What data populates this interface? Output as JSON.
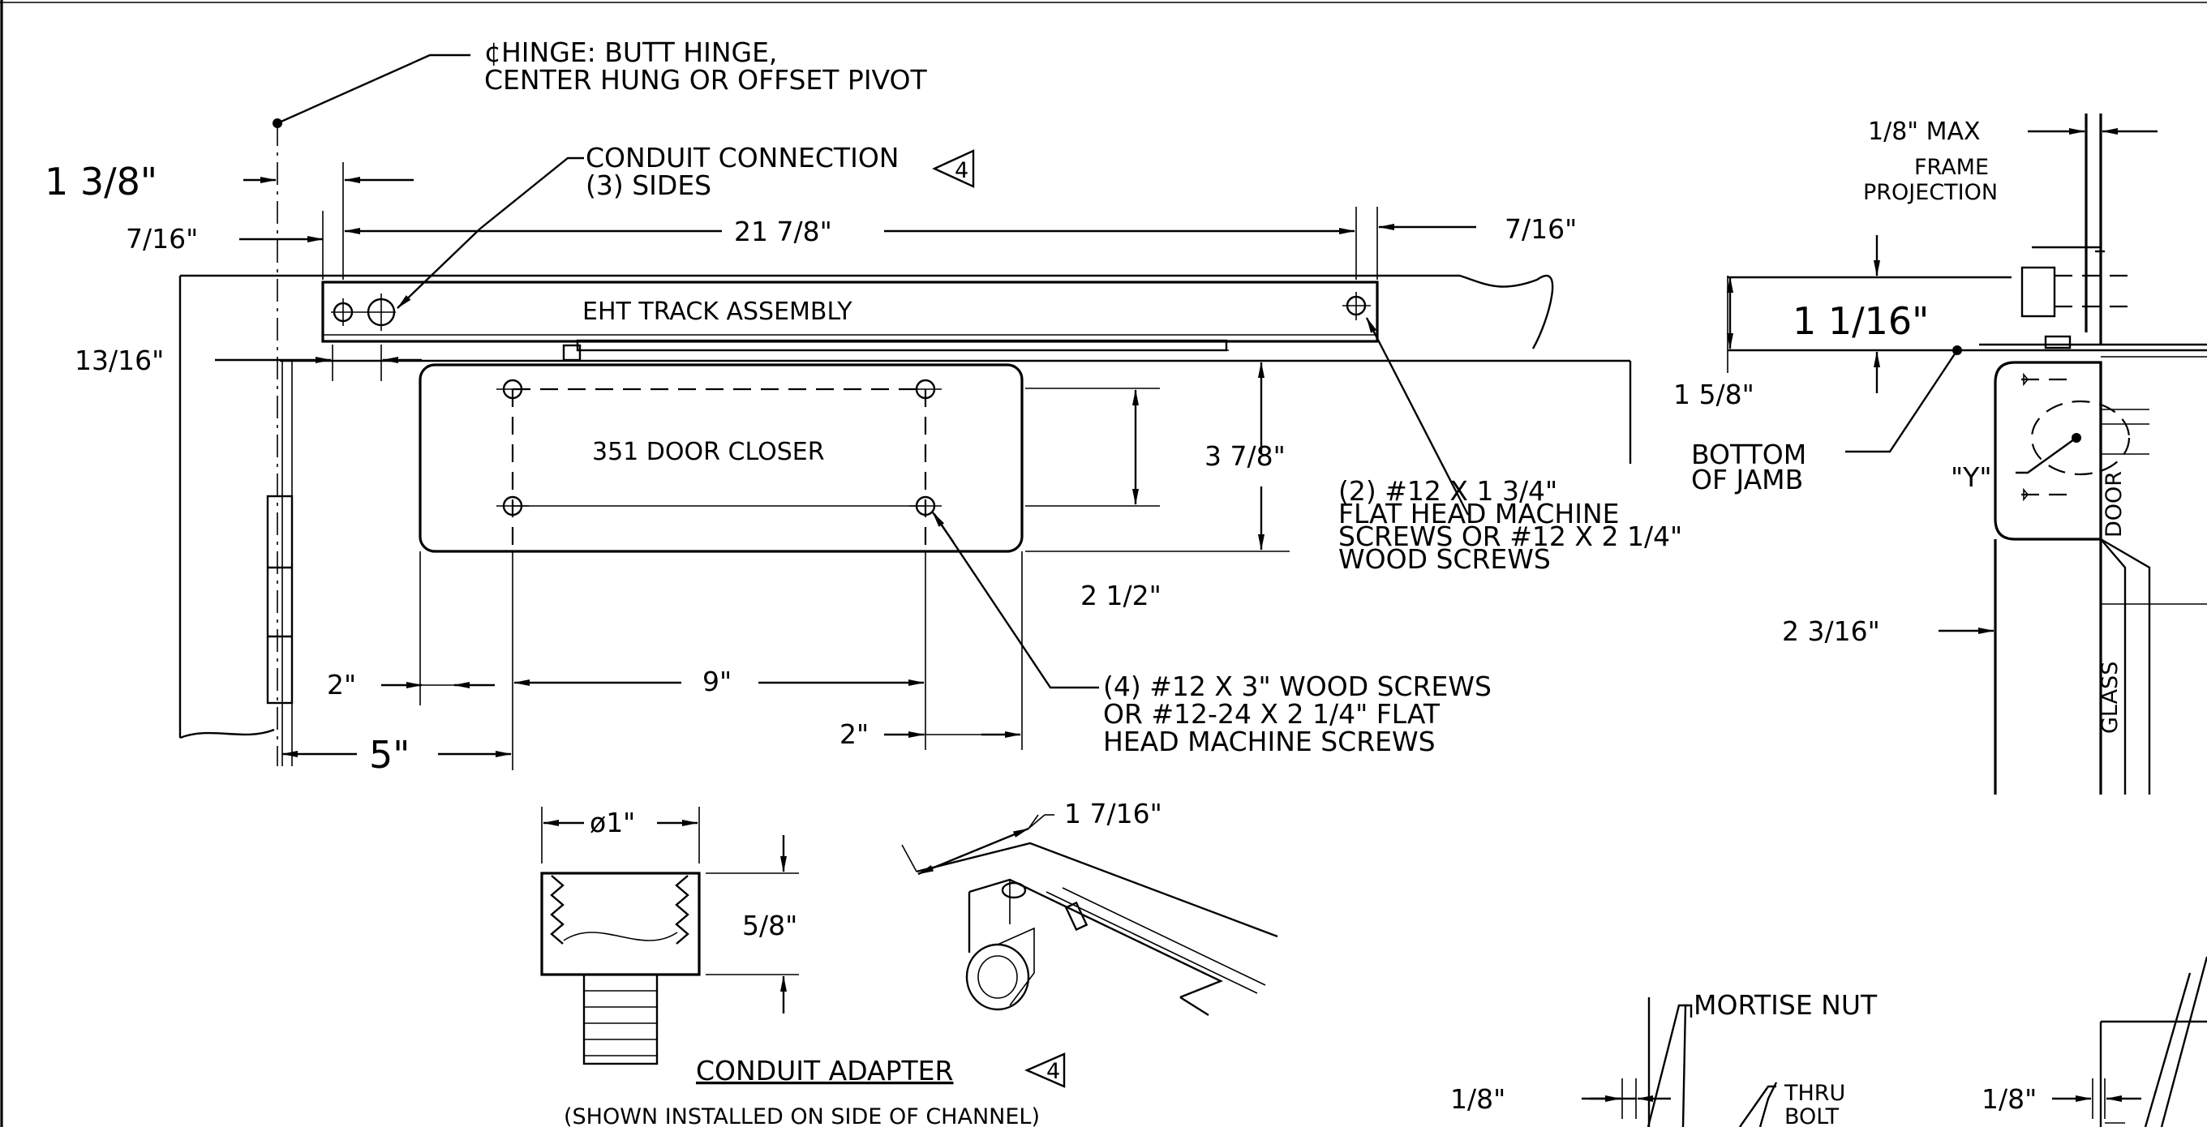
{
  "hinge_note": {
    "line1": "¢HINGE: BUTT HINGE,",
    "line2": "CENTER HUNG OR OFFSET PIVOT"
  },
  "conduit_note": {
    "line1": "CONDUIT CONNECTION",
    "line2": "(3) SIDES",
    "revision_tag": "4"
  },
  "track": {
    "label": "EHT TRACK ASSEMBLY"
  },
  "closer": {
    "label": "351 DOOR CLOSER"
  },
  "dimensions": {
    "d_1_3_8": "1 3/8\"",
    "d_7_16_left": "7/16\"",
    "d_21_7_8": "21 7/8\"",
    "d_7_16_right": "7/16\"",
    "d_13_16": "13/16\"",
    "d_3_7_8": "3 7/8\"",
    "d_2_1_2": "2 1/2\"",
    "d_2_left": "2\"",
    "d_9": "9\"",
    "d_5": "5\"",
    "d_2_right": "2\""
  },
  "screw_note_2": {
    "line1": "(2) #12 X 1 3/4\"",
    "line2": "FLAT HEAD MACHINE",
    "line3": "SCREWS OR #12 X 2 1/4\"",
    "line4": "WOOD SCREWS"
  },
  "screw_note_4": {
    "line1": "(4) #12 X 3\" WOOD SCREWS",
    "line2": "OR #12-24 X 2 1/4\" FLAT",
    "line3": "HEAD MACHINE SCREWS"
  },
  "adapter": {
    "d_diameter": "ø1\"",
    "d_5_8": "5/8\"",
    "d_1_7_16": "1 7/16\"",
    "title": "CONDUIT ADAPTER",
    "revision_tag": "4",
    "caption": "(SHOWN INSTALLED ON SIDE OF CHANNEL)"
  },
  "section": {
    "d_1_8_max": "1/8\" MAX",
    "frame_line1": "FRAME",
    "frame_line2": "PROJECTION",
    "d_1_1_16": "1 1/16\"",
    "d_1_5_8": "1 5/8\"",
    "bottom_line1": "BOTTOM",
    "bottom_line2": "OF JAMB",
    "y_label": "\"Y\"",
    "door_label": "DOOR",
    "d_2_3_16": "2 3/16\"",
    "glass_label": "GLASS"
  },
  "bottom_detail": {
    "mortise_nut": "MORTISE NUT",
    "d_1_8_a": "1/8\"",
    "thru_line1": "THRU",
    "thru_line2": "BOLT",
    "d_1_8_b": "1/8\""
  }
}
